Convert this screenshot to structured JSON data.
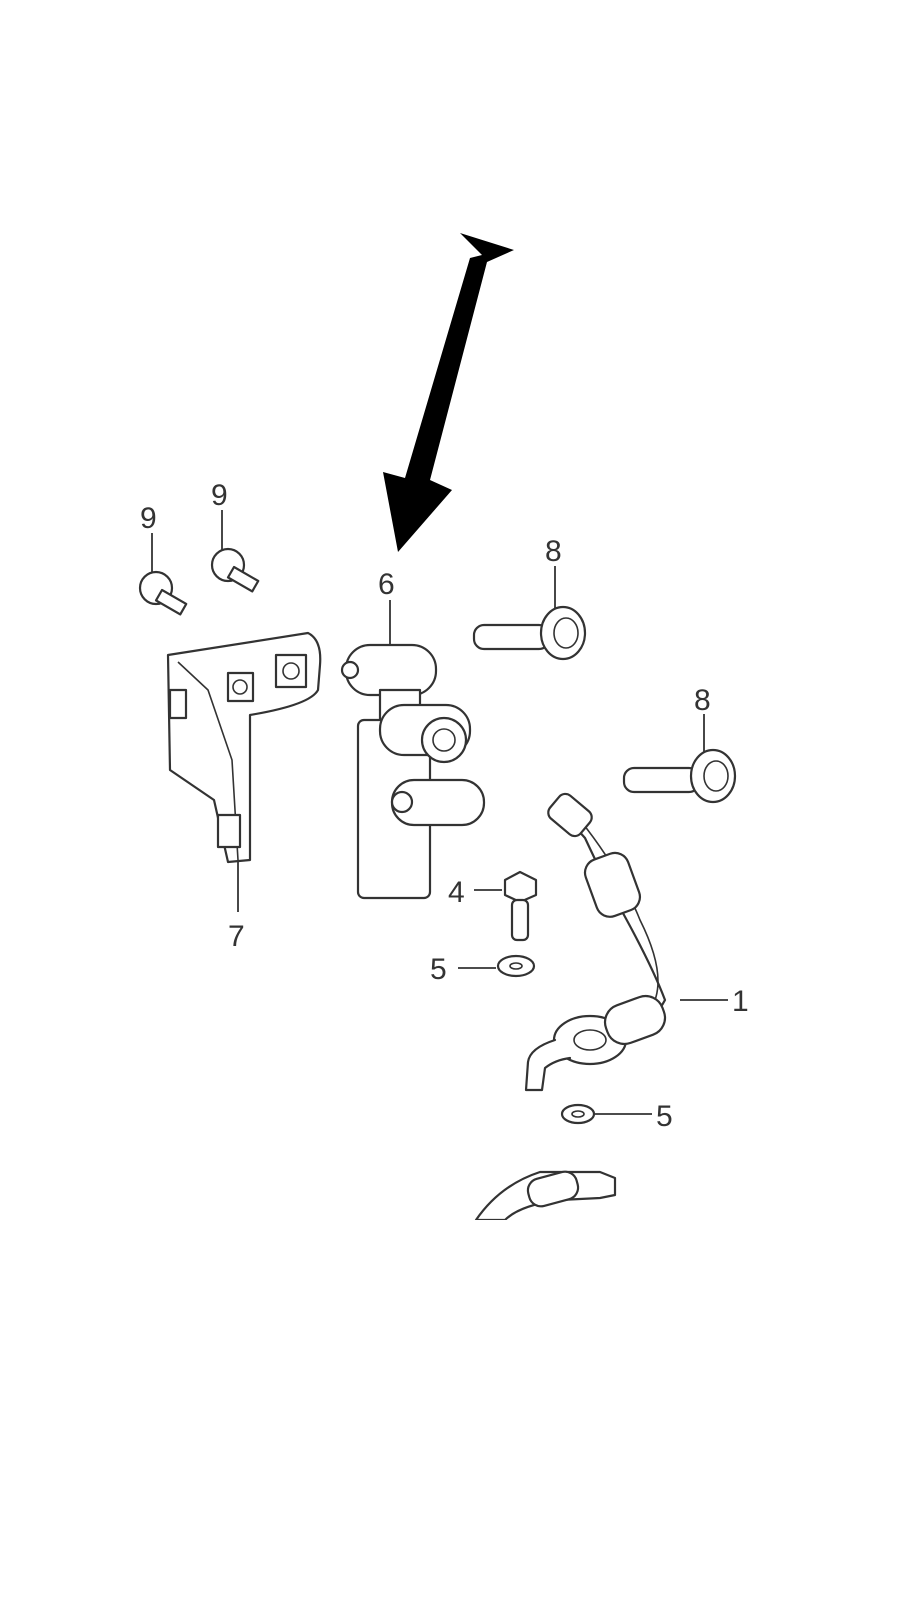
{
  "diagram": {
    "callouts": {
      "c1": "1",
      "c4": "4",
      "c5a": "5",
      "c5b": "5",
      "c6": "6",
      "c7": "7",
      "c8a": "8",
      "c8b": "8",
      "c9a": "9",
      "c9b": "9"
    },
    "colors": {
      "arrow": "#000000",
      "line": "#333333",
      "background": "#ffffff"
    }
  }
}
